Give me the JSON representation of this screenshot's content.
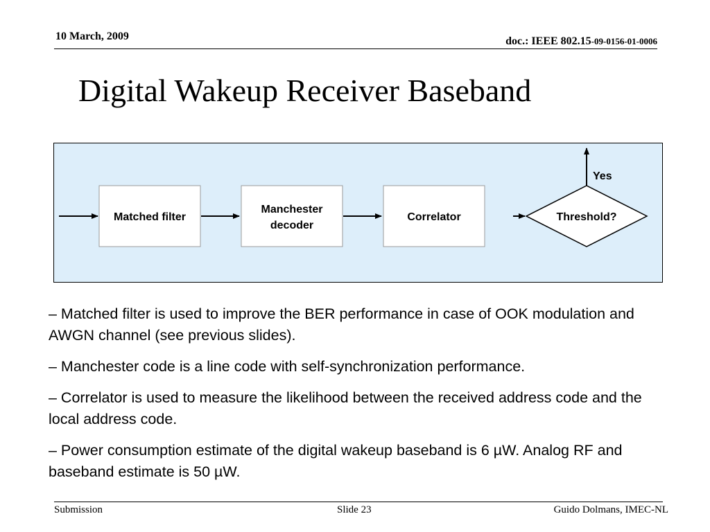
{
  "header": {
    "date": "10 March, 2009",
    "doc_main": "doc.: IEEE 802.15",
    "doc_suffix": "-09-0156-01-0006"
  },
  "title": "Digital Wakeup Receiver Baseband",
  "diagram": {
    "background_color": "#ddeefa",
    "blocks": {
      "matched_filter": "Matched filter",
      "manchester_line1": "Manchester",
      "manchester_line2": "decoder",
      "correlator": "Correlator",
      "threshold": "Threshold?",
      "yes": "Yes"
    }
  },
  "bullets": [
    {
      "text": "–  Matched filter is used to improve the BER performance in case of OOK modulation and AWGN channel (see previous slides)."
    },
    {
      "text": "–  Manchester code is a line code with self-synchronization performance."
    },
    {
      "text": "–  Correlator is used to measure the likelihood between the received address code and the local address code."
    },
    {
      "text": "–  Power consumption estimate of the digital wakeup baseband is 6 µW. Analog RF and baseband estimate is 50 µW."
    }
  ],
  "footer": {
    "left": "Submission",
    "center": "Slide 23",
    "right": "Guido Dolmans, IMEC-NL"
  }
}
